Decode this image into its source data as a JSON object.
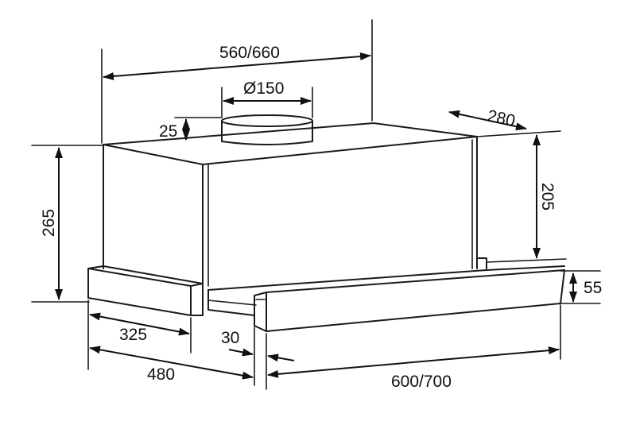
{
  "drawing": {
    "stroke_color": "#1a1a1a",
    "background": "#ffffff"
  },
  "dimensions": {
    "top_width": "560/660",
    "duct_diameter": "Ø150",
    "duct_height": "25",
    "depth_side": "280",
    "total_height": "265",
    "body_height": "205",
    "front_panel_height": "55",
    "side_depth": "325",
    "total_depth": "480",
    "offset": "30",
    "front_width": "600/700"
  }
}
